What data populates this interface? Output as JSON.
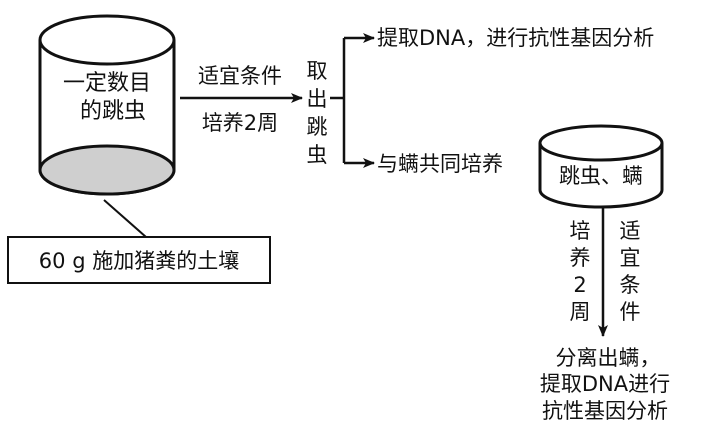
{
  "colors": {
    "ink": "#111111",
    "soil": "#cfcfcf",
    "paper": "#ffffff"
  },
  "container_large": {
    "line1": "一定数目",
    "line2": "的跳虫"
  },
  "soil_label": "60 g 施加猪粪的土壤",
  "arrow_main": {
    "top_label": "适宜条件",
    "bottom_label": "培养2周"
  },
  "take_out": {
    "chars": [
      "取",
      "出",
      "跳",
      "虫"
    ]
  },
  "branch_top": "提取DNA，进行抗性基因分析",
  "branch_bottom": "与螨共同培养",
  "container_small": {
    "label": "跳虫、螨"
  },
  "arrow_down": {
    "left_chars": [
      "培",
      "养",
      "2",
      "周"
    ],
    "right_chars": [
      "适",
      "宜",
      "条",
      "件"
    ]
  },
  "final": {
    "line1": "分离出螨，",
    "line2": "提取DNA进行",
    "line3": "抗性基因分析"
  }
}
